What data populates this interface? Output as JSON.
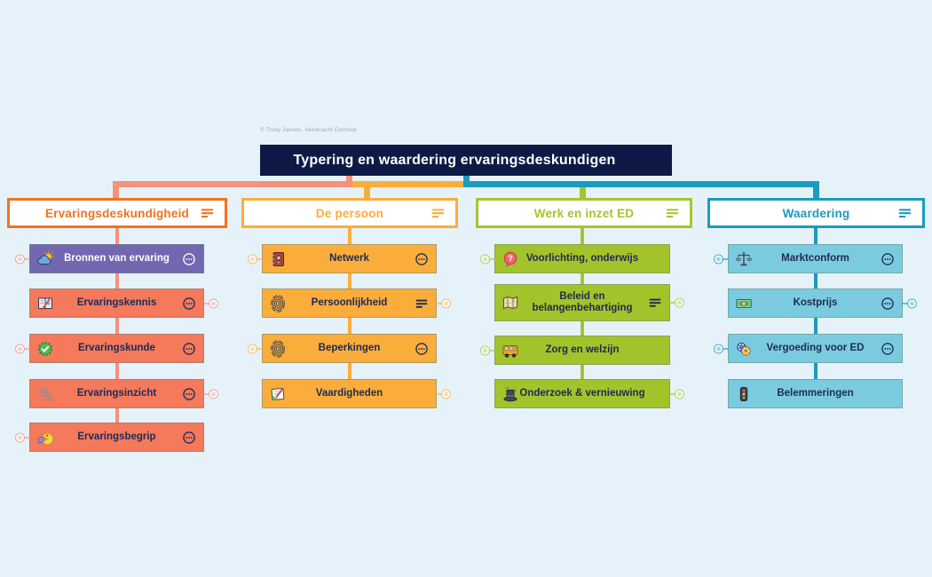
{
  "meta": {
    "copyright": "© Trudy Jansen, Veerkracht Centrale"
  },
  "background_color": "#E6F2FA",
  "root": {
    "title": "Typering en waardering ervaringsdeskundigen",
    "bg": "#0E1A45",
    "text_color": "#FFFFFF",
    "trailing": "notes"
  },
  "branches": [
    {
      "label": "Ervaringsdeskundigheid",
      "accent": "#F0741C",
      "connector": "#F6927B",
      "node_bg": "#F5795B",
      "node_text": "#1D2A55",
      "trailing": "notes",
      "children": [
        {
          "label": "Bronnen van ervaring",
          "icon": "weather-icon",
          "bg": "#7267B0",
          "text": "#FFFFFF",
          "trailing": "more",
          "badge": "left"
        },
        {
          "label": "Ervaringskennis",
          "icon": "book-pen-icon",
          "trailing": "more",
          "badge": "right"
        },
        {
          "label": "Ervaringskunde",
          "icon": "seal-check-icon",
          "trailing": "more",
          "badge": "left"
        },
        {
          "label": "Ervaringsinzicht",
          "icon": "gears-icon",
          "trailing": "more",
          "badge": "right"
        },
        {
          "label": "Ervaringsbegrip",
          "icon": "pacman-ghost-icon",
          "trailing": "more",
          "badge": "left"
        }
      ]
    },
    {
      "label": "De persoon",
      "accent": "#FAAD3B",
      "connector": "#FAAD3B",
      "node_bg": "#FAAD3B",
      "node_text": "#1D2A55",
      "trailing": "notes",
      "children": [
        {
          "label": "Netwerk",
          "icon": "address-book-icon",
          "trailing": "more",
          "badge": "left"
        },
        {
          "label": "Persoonlijkheid",
          "icon": "fingerprint-icon",
          "trailing": "notes",
          "badge": "right"
        },
        {
          "label": "Beperkingen",
          "icon": "fingerprint-icon",
          "trailing": "more",
          "badge": "left"
        },
        {
          "label": "Vaardigheden",
          "icon": "notepad-icon",
          "trailing": null,
          "badge": "right"
        }
      ]
    },
    {
      "label": "Werk en inzet ED",
      "accent": "#A6C52D",
      "connector": "#A6C52D",
      "node_bg": "#A3C32B",
      "node_text": "#1D2A55",
      "trailing": "notes",
      "children": [
        {
          "label": "Voorlichting, onderwijs",
          "icon": "question-bubble-icon",
          "trailing": null,
          "badge": "left"
        },
        {
          "label": "Beleid en belangenbehartiging",
          "icon": "map-icon",
          "trailing": "notes",
          "badge": "right"
        },
        {
          "label": "Zorg en welzijn",
          "icon": "bus-icon",
          "trailing": null,
          "badge": "left"
        },
        {
          "label": "Onderzoek & vernieuwing",
          "icon": "magic-hat-icon",
          "trailing": null,
          "badge": "right"
        }
      ]
    },
    {
      "label": "Waardering",
      "accent": "#1A9CBE",
      "connector": "#1A9CBE",
      "node_bg": "#7BCBE0",
      "node_text": "#1D2A55",
      "trailing": "notes",
      "children": [
        {
          "label": "Marktconform",
          "icon": "scale-icon",
          "trailing": "more",
          "badge": "left"
        },
        {
          "label": "Kostprijs",
          "icon": "banknote-icon",
          "trailing": "more",
          "badge": "right"
        },
        {
          "label": "Vergoeding voor ED",
          "icon": "chips-icon",
          "trailing": "more",
          "badge": "left"
        },
        {
          "label": "Belemmeringen",
          "icon": "traffic-light-icon",
          "trailing": null,
          "badge": null
        }
      ]
    }
  ]
}
